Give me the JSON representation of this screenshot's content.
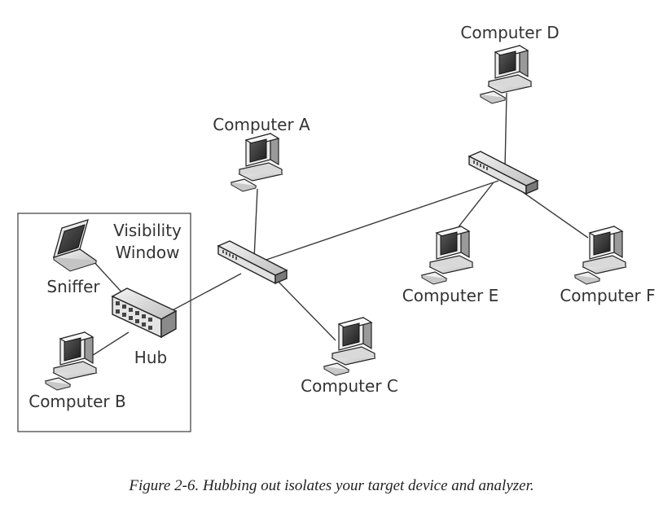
{
  "diagram": {
    "computers": {
      "a": "Computer A",
      "b": "Computer B",
      "c": "Computer C",
      "d": "Computer D",
      "e": "Computer E",
      "f": "Computer F"
    },
    "sniffer": "Sniffer",
    "hub": "Hub",
    "visibility_window": [
      "Visibility",
      "Window"
    ]
  },
  "caption": "Figure 2-6. Hubbing out isolates your target device and analyzer."
}
